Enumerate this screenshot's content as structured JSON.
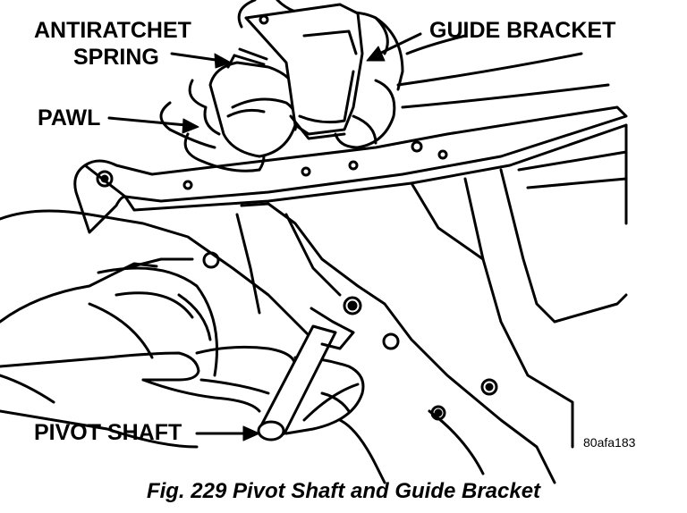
{
  "labels": {
    "antiratchet_line1": "ANTIRATCHET",
    "antiratchet_line2": "SPRING",
    "pawl": "PAWL",
    "guide_bracket": "GUIDE BRACKET",
    "pivot_shaft": "PIVOT SHAFT",
    "figure_code": "80afa183"
  },
  "caption": "Fig. 229 Pivot Shaft and Guide Bracket",
  "colors": {
    "ink": "#000000",
    "paper": "#ffffff"
  }
}
